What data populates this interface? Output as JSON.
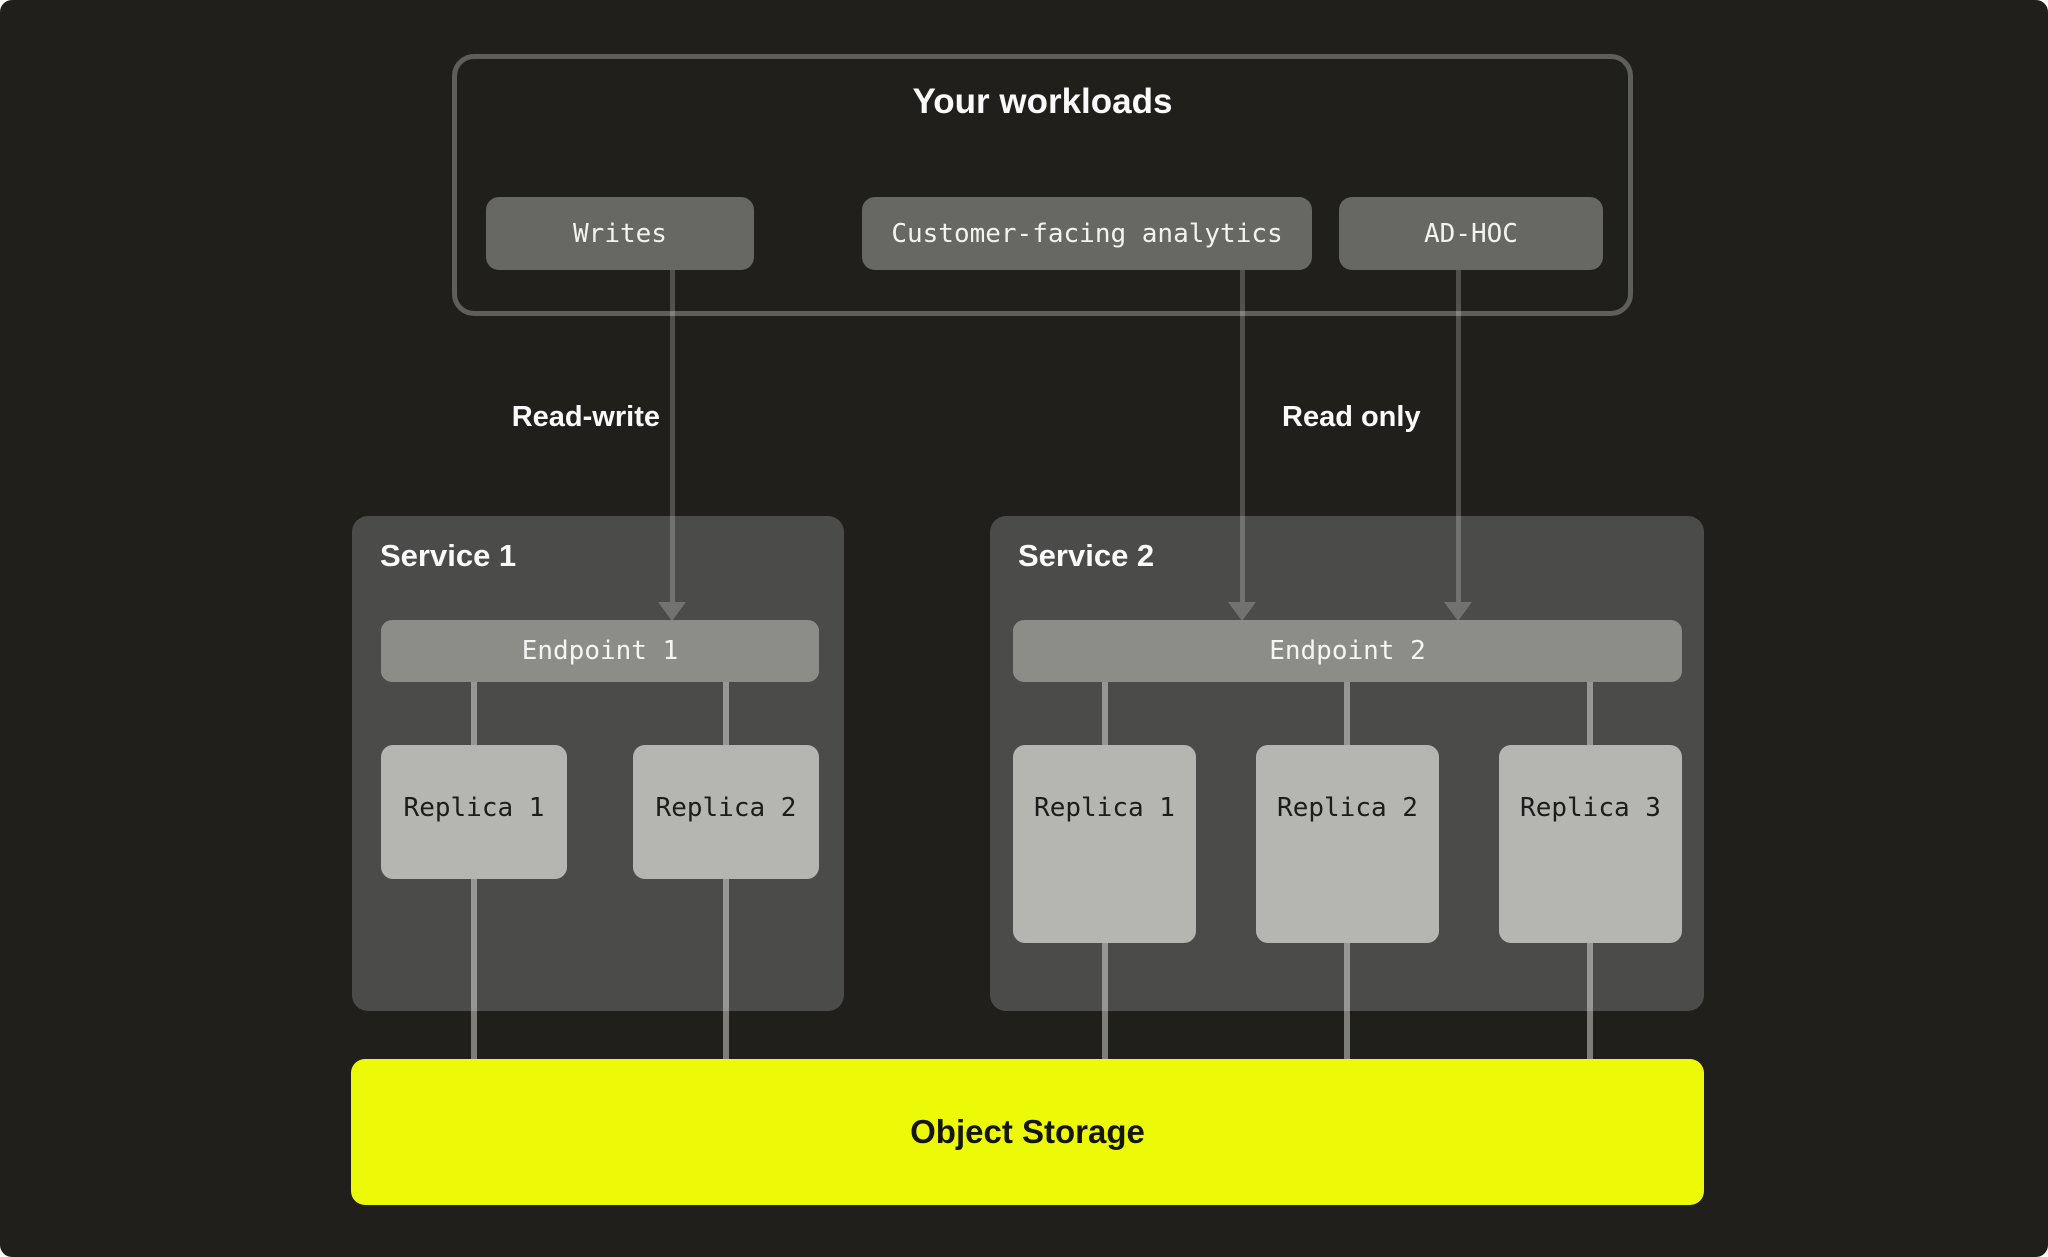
{
  "workloads": {
    "title": "Your workloads",
    "items": [
      {
        "label": "Writes"
      },
      {
        "label": "Customer-facing analytics"
      },
      {
        "label": "AD-HOC"
      }
    ]
  },
  "edges": {
    "read_write_label": "Read-write",
    "read_only_label": "Read only"
  },
  "services": [
    {
      "name": "Service 1",
      "endpoint": "Endpoint 1",
      "replicas": [
        "Replica 1",
        "Replica 2"
      ]
    },
    {
      "name": "Service 2",
      "endpoint": "Endpoint 2",
      "replicas": [
        "Replica 1",
        "Replica 2",
        "Replica 3"
      ]
    }
  ],
  "storage": {
    "label": "Object Storage"
  },
  "colors": {
    "background": "#201f1b",
    "panel": "#4b4b49",
    "chip": "#676763",
    "endpoint": "#8c8c89",
    "replica": "#b5b5b2",
    "storage": "#edfa07",
    "text_light": "#fafafa",
    "text_dark": "#1c1c1a",
    "outline": "#5e5f5b",
    "connector_soft": "rgba(255,255,255,0.42)",
    "connector_dim": "rgba(255,255,255,0.22)"
  }
}
